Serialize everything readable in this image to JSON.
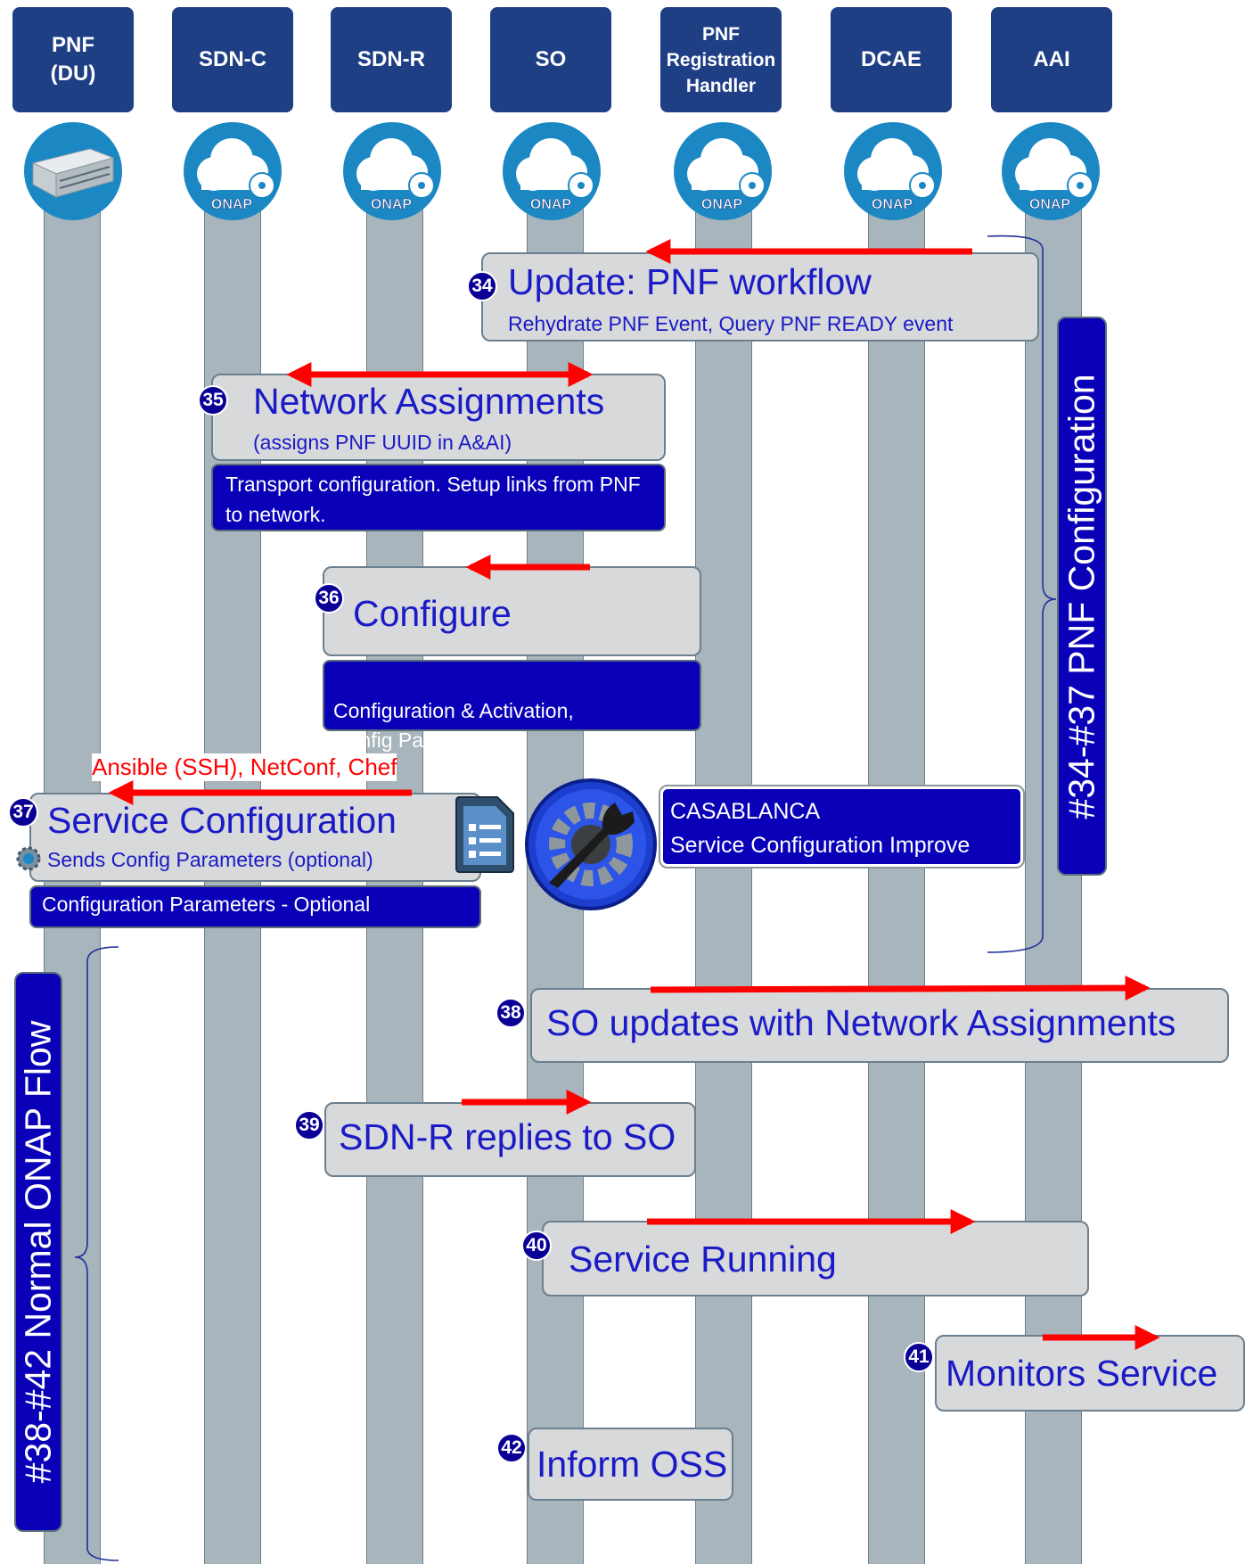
{
  "lanes": [
    {
      "label": "PNF\n(DU)"
    },
    {
      "label": "SDN-C"
    },
    {
      "label": "SDN-R"
    },
    {
      "label": "SO"
    },
    {
      "label": "PNF\nRegistration\nHandler"
    },
    {
      "label": "DCAE"
    },
    {
      "label": "AAI"
    }
  ],
  "onap_logo_text": "ONAP",
  "colors": {
    "header": "#1f3f85",
    "lane": "#a8b5bc",
    "step_box": "#d8d9da",
    "note_box": "#0a00b8",
    "arrow": "#ff0000",
    "text": "#1a1ac7"
  },
  "steps": {
    "s34": {
      "num": "34",
      "title": "Update: PNF workflow",
      "sub": "Rehydrate PNF Event, Query PNF READY event"
    },
    "s35": {
      "num": "35",
      "title": "Network Assignments",
      "sub": "(assigns PNF UUID in A&AI)",
      "note": "Transport configuration. Setup links from PNF to network."
    },
    "s36": {
      "num": "36",
      "title": "Configure",
      "note": "Configuration & Activation,\nConfig Parameters"
    },
    "s37": {
      "num": "37",
      "title": "Service Configuration",
      "sub": "Sends Config Parameters (optional)",
      "note": "Configuration Parameters - Optional",
      "arrow_label": "Ansible (SSH), NetConf, Chef"
    },
    "s38": {
      "num": "38",
      "title": "SO updates with Network Assignments"
    },
    "s39": {
      "num": "39",
      "title": "SDN-R replies to SO"
    },
    "s40": {
      "num": "40",
      "title": "Service Running"
    },
    "s41": {
      "num": "41",
      "title": "Monitors Service"
    },
    "s42": {
      "num": "42",
      "title": "Inform OSS"
    }
  },
  "casablanca": {
    "line1": "CASABLANCA",
    "line2": "Service Configuration Improve"
  },
  "phases": {
    "pnf_config": "#34-#37 PNF Configuration",
    "normal_flow": "#38-#42 Normal ONAP Flow"
  }
}
